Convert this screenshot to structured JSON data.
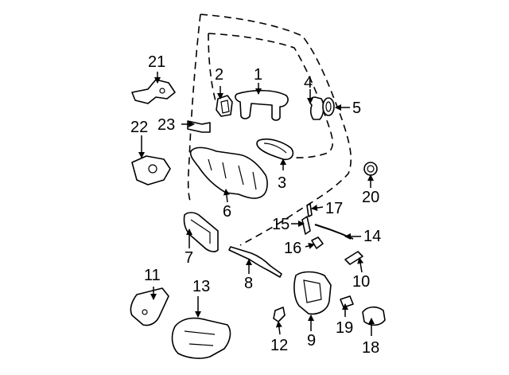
{
  "diagram": {
    "title": "",
    "callouts": [
      {
        "id": "1",
        "label": "1"
      },
      {
        "id": "2",
        "label": "2"
      },
      {
        "id": "3",
        "label": "3"
      },
      {
        "id": "4",
        "label": "4"
      },
      {
        "id": "5",
        "label": "5"
      },
      {
        "id": "6",
        "label": "6"
      },
      {
        "id": "7",
        "label": "7"
      },
      {
        "id": "8",
        "label": "8"
      },
      {
        "id": "9",
        "label": "9"
      },
      {
        "id": "10",
        "label": "10"
      },
      {
        "id": "11",
        "label": "11"
      },
      {
        "id": "12",
        "label": "12"
      },
      {
        "id": "13",
        "label": "13"
      },
      {
        "id": "14",
        "label": "14"
      },
      {
        "id": "15",
        "label": "15"
      },
      {
        "id": "16",
        "label": "16"
      },
      {
        "id": "17",
        "label": "17"
      },
      {
        "id": "18",
        "label": "18"
      },
      {
        "id": "19",
        "label": "19"
      },
      {
        "id": "20",
        "label": "20"
      },
      {
        "id": "21",
        "label": "21"
      },
      {
        "id": "22",
        "label": "22"
      },
      {
        "id": "23",
        "label": "23"
      }
    ]
  }
}
